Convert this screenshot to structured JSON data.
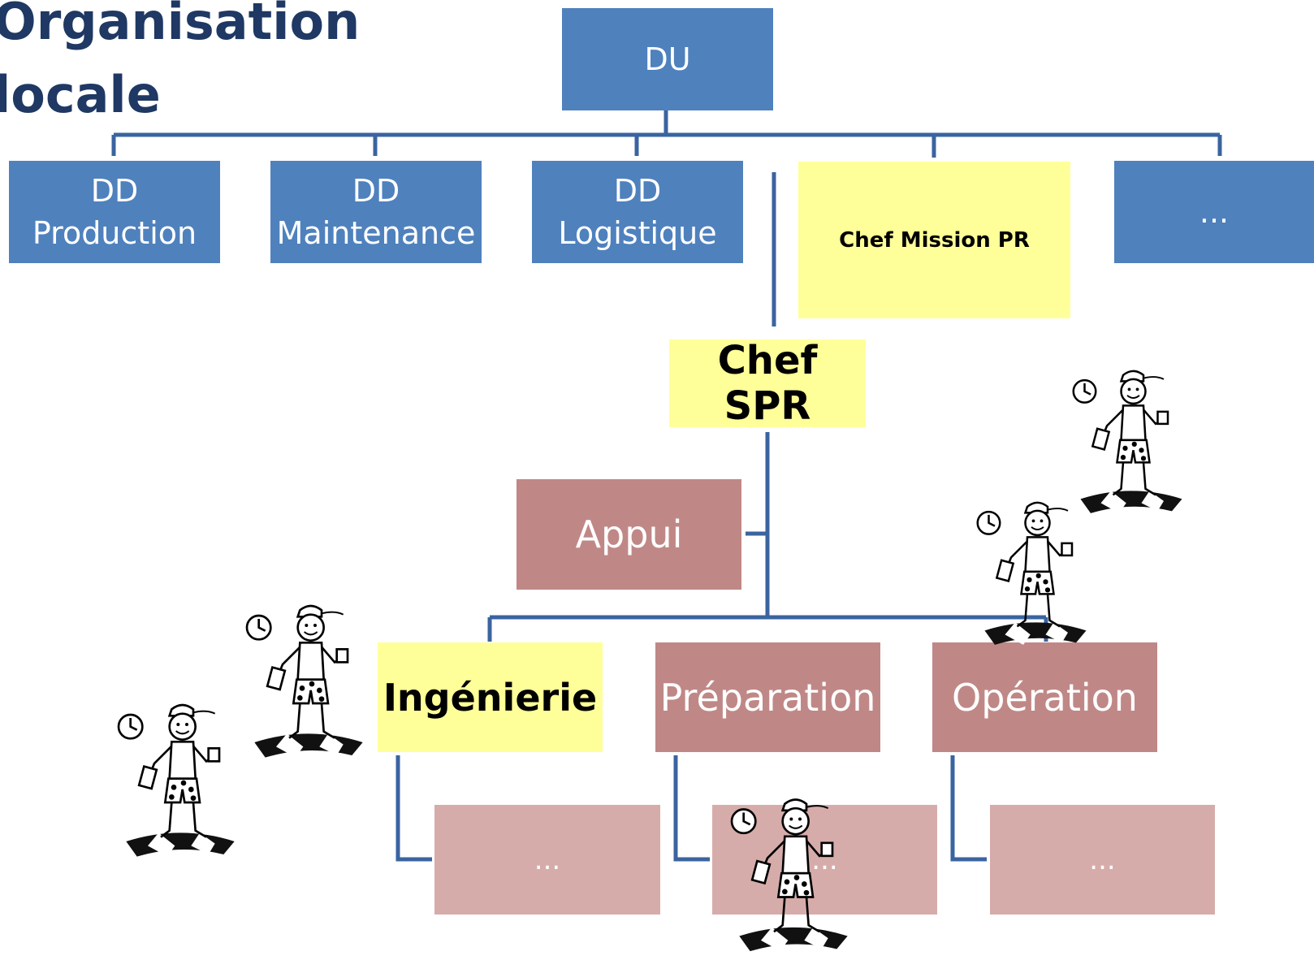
{
  "title": {
    "line1": "Organisation",
    "line2": "locale"
  },
  "top": {
    "label": "DU"
  },
  "directors": [
    {
      "line1": "DD",
      "line2": "Production"
    },
    {
      "line1": "DD",
      "line2": "Maintenance"
    },
    {
      "line1": "DD",
      "line2": "Logistique"
    }
  ],
  "chef_mission": {
    "label": "Chef Mission PR"
  },
  "more_top": {
    "label": "..."
  },
  "chef_spr": {
    "label": "Chef SPR"
  },
  "appui": {
    "label": "Appui"
  },
  "departments": [
    {
      "label": "Ingénierie"
    },
    {
      "label": "Préparation"
    },
    {
      "label": "Opération"
    }
  ],
  "sub_units": [
    {
      "label": "..."
    },
    {
      "label": "..."
    },
    {
      "label": "..."
    }
  ],
  "mascot_icon": "cartoon-worker-icon",
  "colors": {
    "blue_box": "#4f81bd",
    "yellow_box": "#ffff99",
    "rose_box": "#bf8886",
    "rose_light_box": "#d6acaa",
    "connector": "#3a64a0",
    "title_text": "#1f3864"
  }
}
